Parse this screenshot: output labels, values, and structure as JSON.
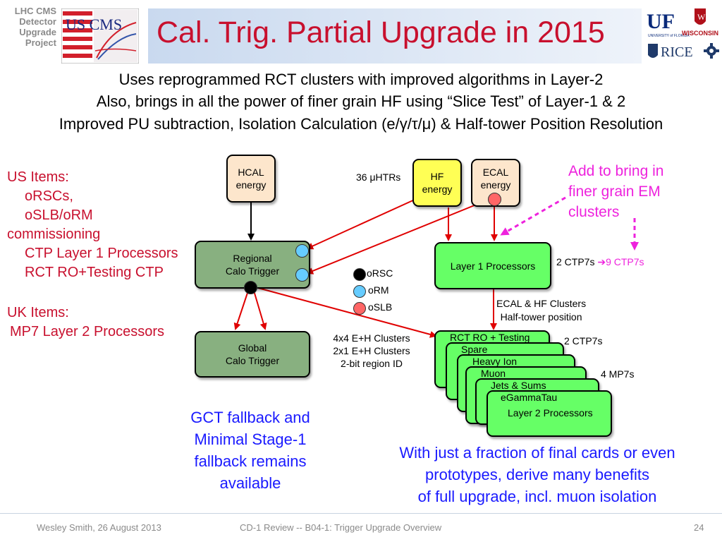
{
  "corner_label": [
    "LHC CMS",
    "Detector",
    "Upgrade",
    "Project"
  ],
  "logos": {
    "left_text": "US CMS",
    "uf": "UF",
    "uf_sub": "UNIVERSITY of FLORIDA",
    "wisconsin": "WISCONSIN",
    "rice": "RICE"
  },
  "title": "Cal. Trig. Partial Upgrade in 2015",
  "intro_lines": [
    "Uses reprogrammed RCT clusters with improved algorithms in Layer-2",
    "Also, brings in all the power of finer grain HF using “Slice Test” of Layer-1 & 2",
    "Improved PU subtraction, Isolation Calculation (e/γ/τ/μ) & Half-tower Position Resolution"
  ],
  "us_items": {
    "heading": "US Items:",
    "lines": [
      "oRSCs,",
      "oSLB/oRM",
      "commissioning",
      "CTP Layer 1 Processors",
      "RCT RO+Testing CTP"
    ]
  },
  "uk_items": {
    "heading": "UK Items:",
    "lines": [
      "MP7 Layer 2 Processors"
    ]
  },
  "boxes": {
    "hcal": [
      "HCAL",
      "energy"
    ],
    "hf": [
      "HF",
      "energy"
    ],
    "ecal": [
      "ECAL",
      "energy"
    ],
    "rct": [
      "Regional",
      "Calo Trigger"
    ],
    "gct": [
      "Global",
      "Calo Trigger"
    ],
    "layer1": "Layer 1 Processors"
  },
  "stack_cards": [
    "RCT RO + Testing",
    "Spare",
    "Heavy Ion",
    "Muon",
    "Jets & Sums",
    "eGammaTau"
  ],
  "stack_top_label": "Layer 2 Processors",
  "labels": {
    "htrs": "36 μHTRs",
    "ctp7_prefix": "2 CTP7s",
    "ctp7_arrow": "➔",
    "ctp7_future": "9 CTP7s",
    "ecal_hf_clusters": [
      "ECAL & HF Clusters",
      "Half-tower position"
    ],
    "two_ctp7": "2 CTP7s",
    "four_mp7": "4 MP7s",
    "clusters": [
      "4x4 E+H Clusters",
      "2x1 E+H Clusters",
      "2-bit region ID"
    ]
  },
  "legend": [
    {
      "label": "oRSC",
      "color": "#000000"
    },
    {
      "label": "oRM",
      "color": "#66ccff"
    },
    {
      "label": "oSLB",
      "color": "#ff6666"
    }
  ],
  "add_note": [
    "Add to bring in",
    "finer grain EM",
    "clusters"
  ],
  "gct_fallback": [
    "GCT fallback and",
    "Minimal Stage-1",
    "fallback remains",
    "available"
  ],
  "summary": [
    "With just a fraction of final cards or even",
    "prototypes, derive many benefits",
    "of full upgrade, incl. muon isolation"
  ],
  "footer": {
    "author": "Wesley Smith, 26 August 2013",
    "center": "CD-1  Review -- B04-1: Trigger Upgrade Overview",
    "page": "24"
  },
  "colors": {
    "title": "#c8102e",
    "red_text": "#c8102e",
    "magenta": "#ee22dd",
    "blue": "#1a1aff",
    "arrow_red": "#e00000"
  }
}
